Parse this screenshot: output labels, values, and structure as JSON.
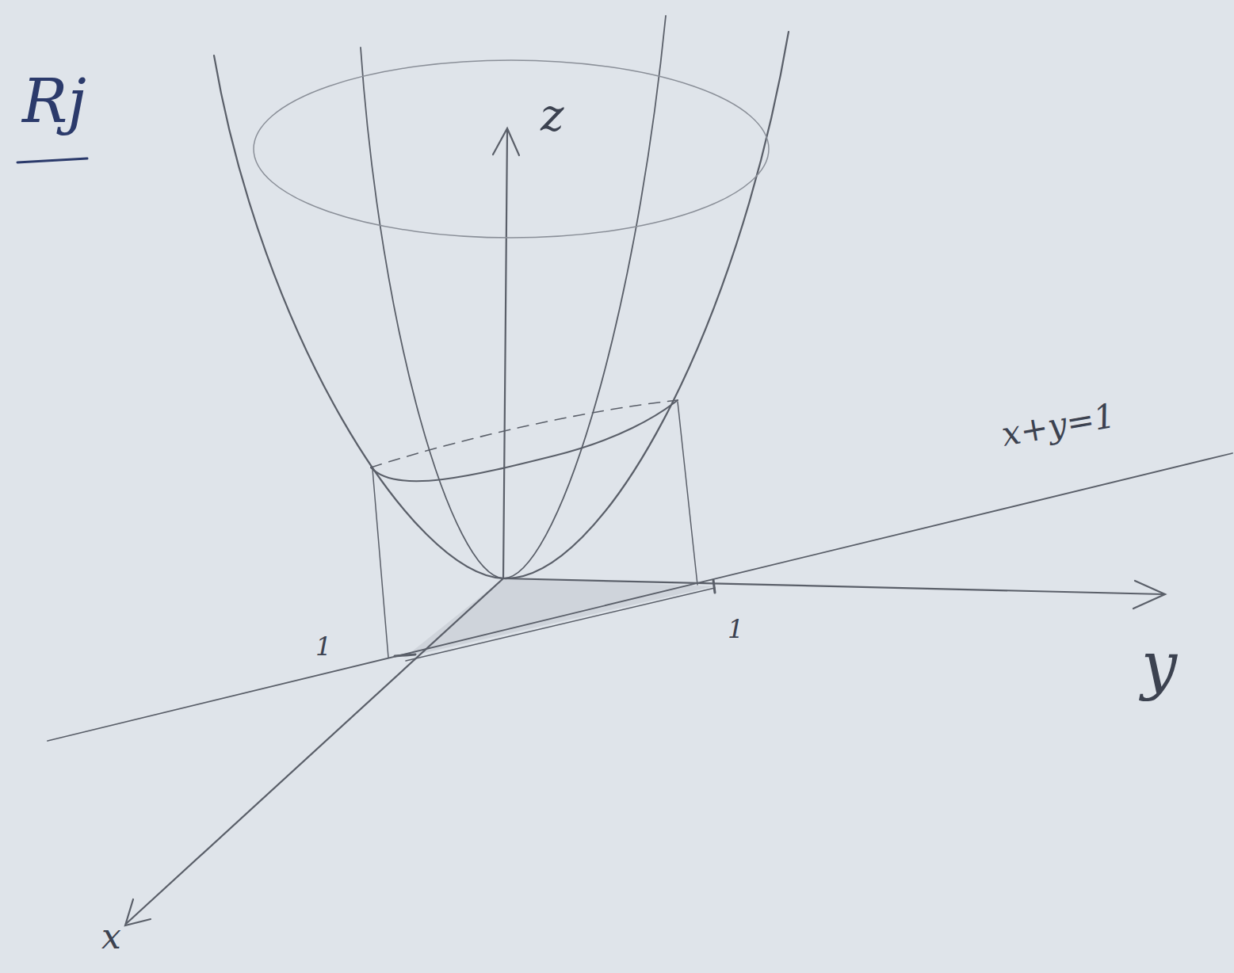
{
  "diagram": {
    "labels": [
      "Rj",
      "z",
      "x+y=1",
      "1",
      "1",
      "y",
      "x"
    ]
  }
}
